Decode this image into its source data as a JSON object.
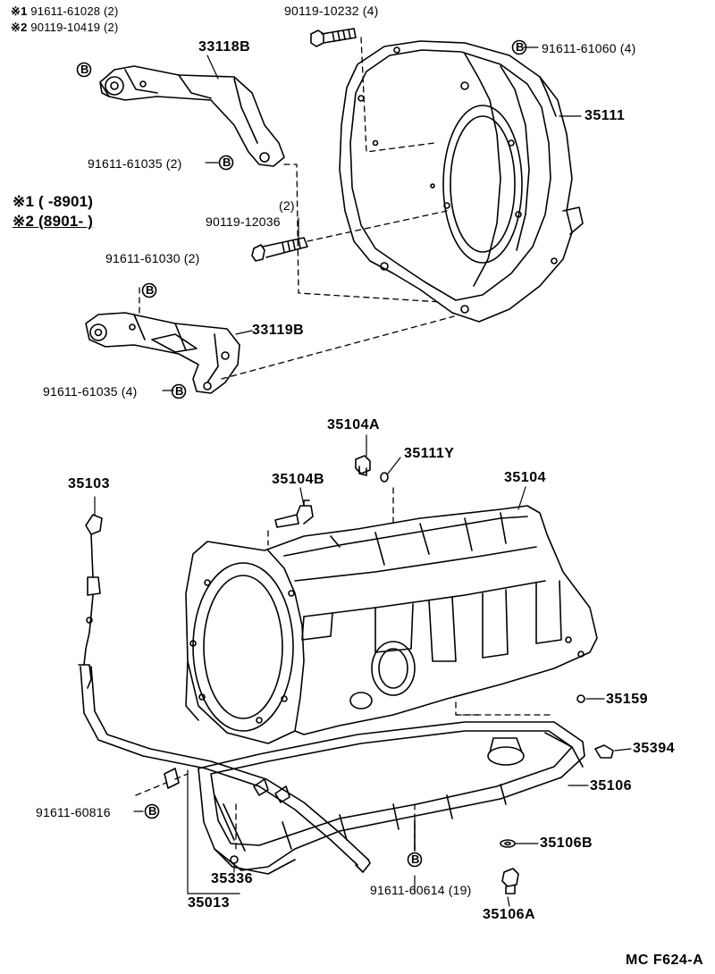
{
  "notes": {
    "n1": {
      "sym": "※1",
      "text": "91611-61028 (2)"
    },
    "n2": {
      "sym": "※2",
      "text": "90119-10419 (2)"
    }
  },
  "legend": {
    "l1": {
      "sym": "※1",
      "text": "(      -8901)"
    },
    "l2": {
      "sym": "※2",
      "text": "(8901-       )"
    }
  },
  "bolt_badge": "B",
  "labels": {
    "p90119_10232": "90119-10232 (4)",
    "p91611_61060": "91611-61060 (4)",
    "p33118B": "33118B",
    "p35111": "35111",
    "p91611_61035_2": "91611-61035 (2)",
    "p2": "(2)",
    "p90119_12036": "90119-12036",
    "p91611_61030": "91611-61030 (2)",
    "p33119B": "33119B",
    "p91611_61035_4": "91611-61035 (4)",
    "p35104A": "35104A",
    "p35111Y": "35111Y",
    "p35104B": "35104B",
    "p35104": "35104",
    "p35103": "35103",
    "p35159": "35159",
    "p35394": "35394",
    "p35106": "35106",
    "p91611_60816": "91611-60816",
    "p35106B": "35106B",
    "p35336": "35336",
    "p91611_60614": "91611-60614 (19)",
    "p35013": "35013",
    "p35106A": "35106A",
    "figure_code": "MC F624-A"
  }
}
